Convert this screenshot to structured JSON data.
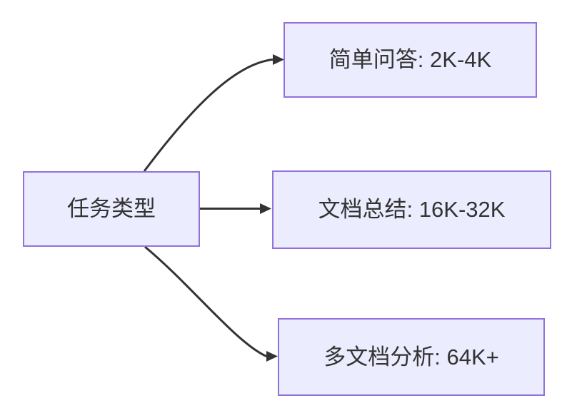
{
  "diagram": {
    "type": "flowchart",
    "direction": "left-to-right",
    "colors": {
      "background": "#ffffff",
      "node_fill": "#ECECFF",
      "node_border": "#9370DB",
      "edge": "#333333",
      "text": "#333333"
    },
    "root": {
      "label": "任务类型"
    },
    "branches": [
      {
        "task": "简单问答",
        "range": "2K-4K",
        "label": "简单问答: 2K-4K"
      },
      {
        "task": "文档总结",
        "range": "16K-32K",
        "label": "文档总结: 16K-32K"
      },
      {
        "task": "多文档分析",
        "range": "64K+",
        "label": "多文档分析: 64K+"
      }
    ],
    "edges": [
      {
        "from": "任务类型",
        "to": "简单问答: 2K-4K"
      },
      {
        "from": "任务类型",
        "to": "文档总结: 16K-32K"
      },
      {
        "from": "任务类型",
        "to": "多文档分析: 64K+"
      }
    ]
  }
}
